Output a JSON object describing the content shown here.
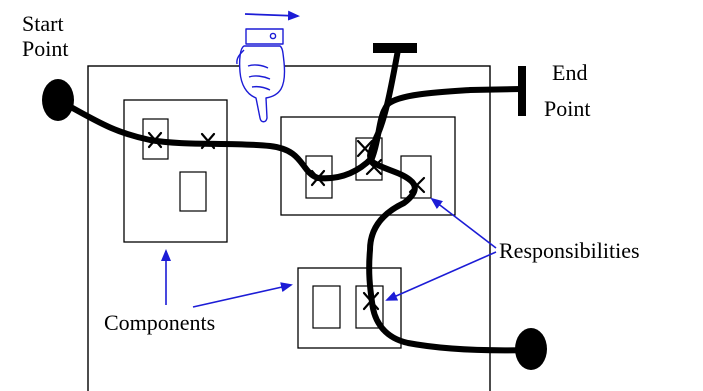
{
  "labels": {
    "start_line1": "Start",
    "start_line2": "Point",
    "end_line1": "End",
    "end_line2": "Point",
    "responsibilities": "Responsibilities",
    "components": "Components"
  },
  "colors": {
    "path": "#000000",
    "box_stroke": "#000000",
    "annotation_arrow": "#1c1cd6",
    "hand_outline": "#1c1cd6",
    "background": "#ffffff"
  },
  "icons": {
    "hand": "pointing-hand-icon",
    "direction_arrow": "right-arrow-icon"
  }
}
